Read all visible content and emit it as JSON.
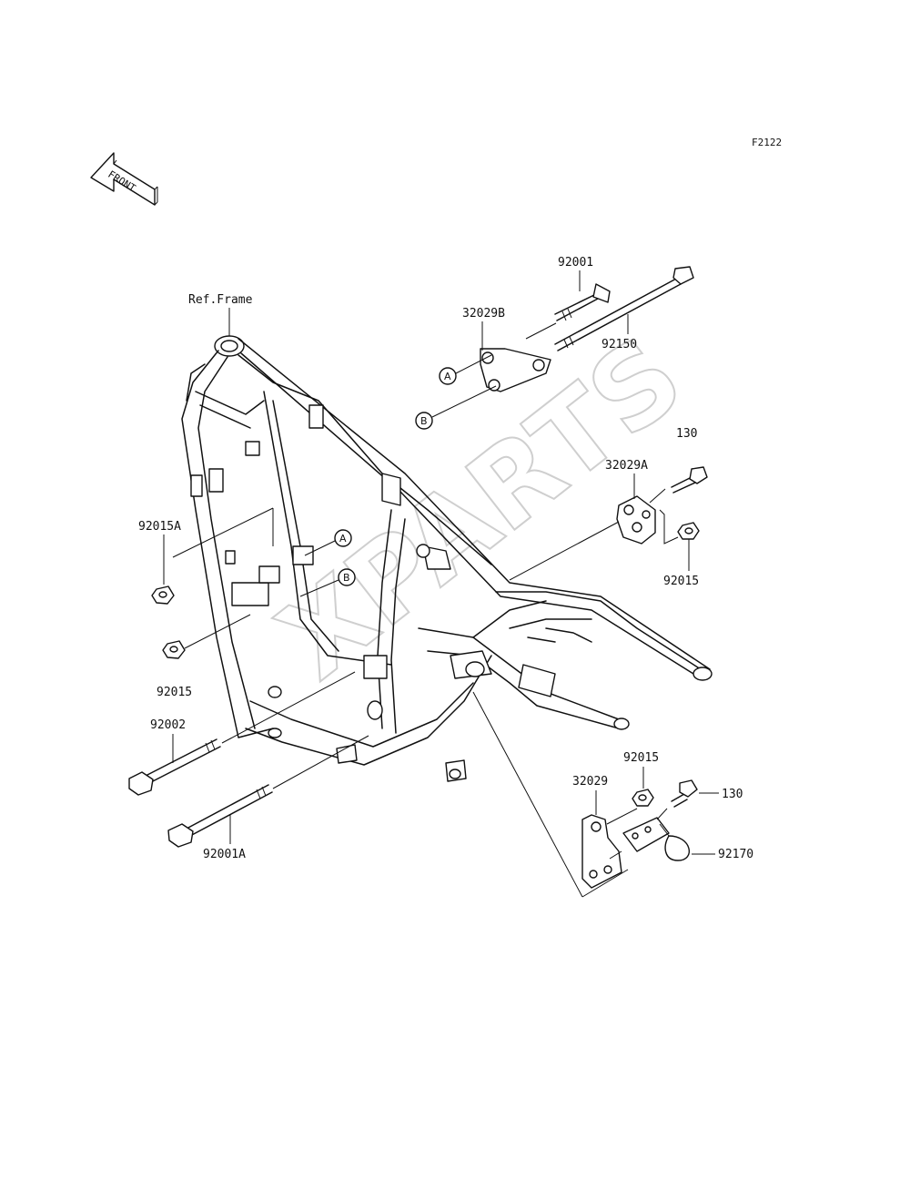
{
  "diagram": {
    "figure_code": "F2122",
    "front_arrow_text": "FRONT",
    "watermark": "XPARTS",
    "ref_frame_label": "Ref.Frame",
    "callout_a": "A",
    "callout_b": "B",
    "parts": {
      "p92001": "92001",
      "p32029B": "32029B",
      "p92150": "92150",
      "p130_top": "130",
      "p32029A": "32029A",
      "p92015_right": "92015",
      "p92015A": "92015A",
      "p92015_left": "92015",
      "p92002": "92002",
      "p92001A": "92001A",
      "p92015_bottom": "92015",
      "p32029": "32029",
      "p130_bottom": "130",
      "p92170": "92170"
    }
  }
}
